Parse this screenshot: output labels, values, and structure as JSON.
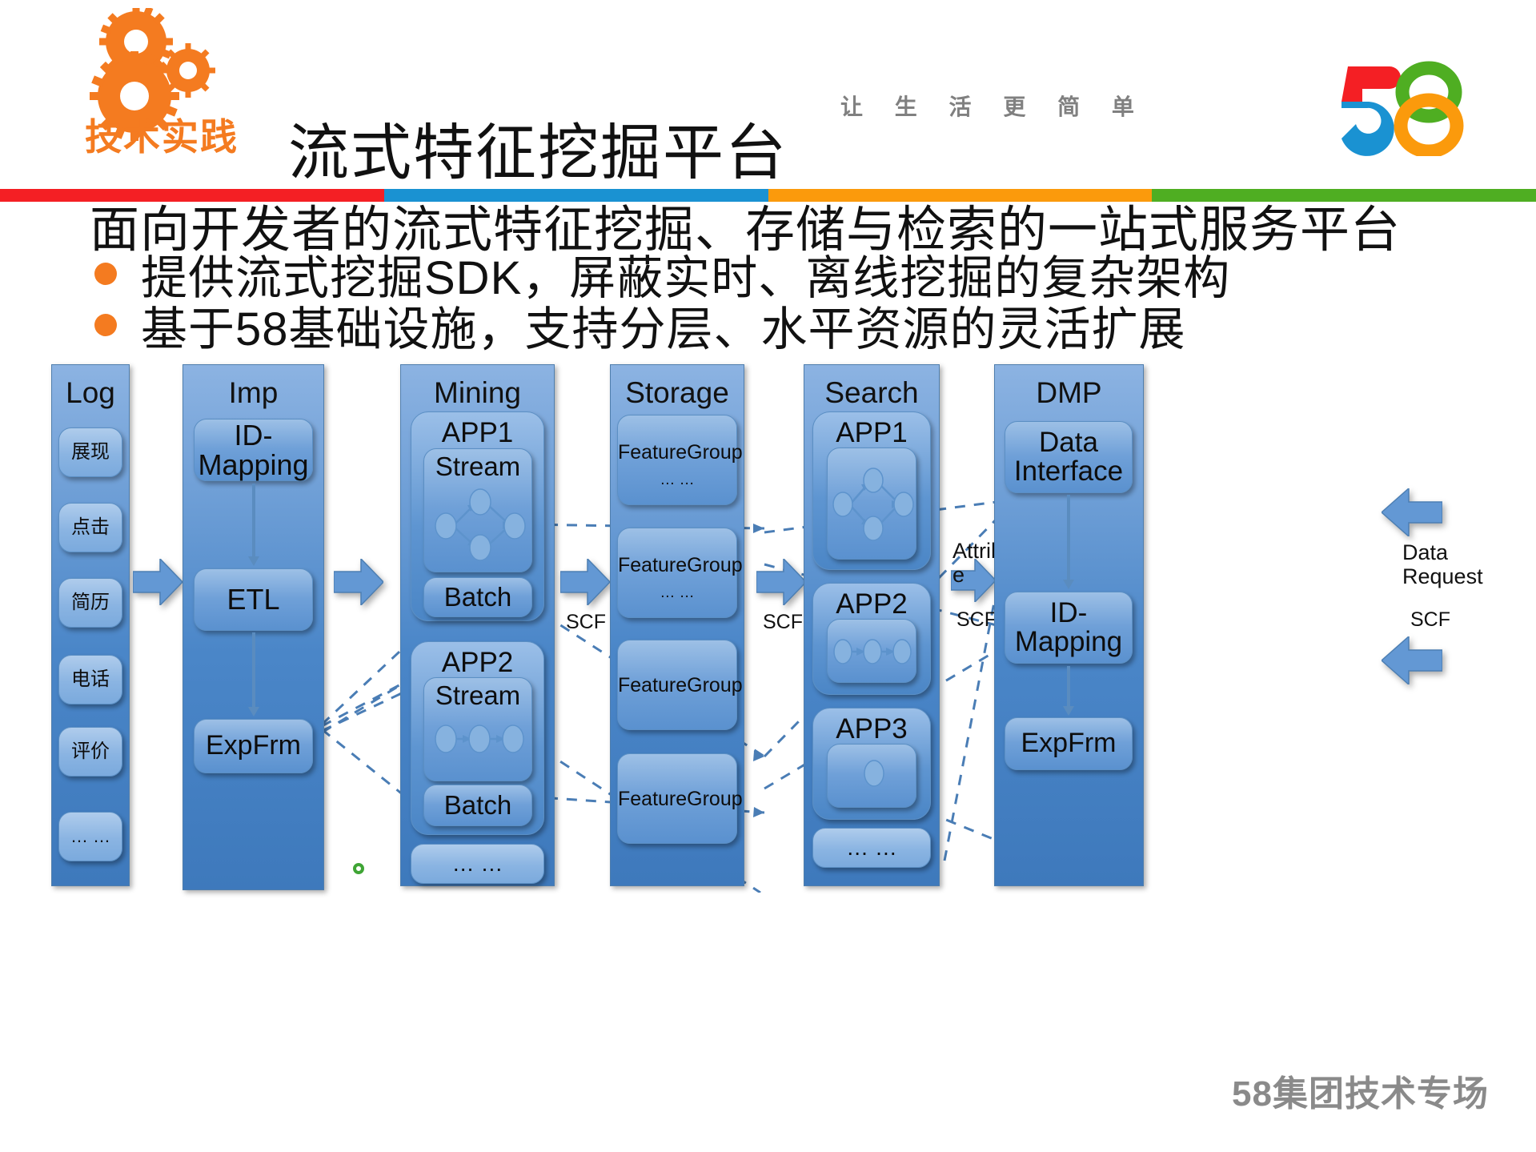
{
  "header": {
    "badge_label": "技术实践",
    "title": "流式特征挖掘平台",
    "tagline": "让 生 活 更 简 单",
    "logo_icon": "gears-icon",
    "brand_icon": "58-logo-icon",
    "divider_colors": [
      "#F41F24",
      "#1A92D2",
      "#FB9A0C",
      "#4FAE22"
    ]
  },
  "content": {
    "lead": "面向开发者的流式特征挖掘、存储与检索的一站式服务平台",
    "bullets": [
      "提供流式挖掘SDK，屏蔽实时、离线挖掘的复杂架构",
      "基于58基础设施，支持分层、水平资源的灵活扩展"
    ],
    "bullet_color": "#F47B20"
  },
  "diagram": {
    "columns": [
      {
        "title": "Log",
        "items": [
          "展现",
          "点击",
          "简历",
          "电话",
          "评价",
          "… …"
        ]
      },
      {
        "title": "Imp",
        "items": [
          "ID-Mapping",
          "ETL",
          "ExpFrm"
        ]
      },
      {
        "title": "Mining",
        "groups": [
          {
            "title": "APP1",
            "items": [
              "Stream",
              "Batch"
            ]
          },
          {
            "title": "APP2",
            "items": [
              "Stream",
              "Batch"
            ]
          }
        ],
        "more": "… …"
      },
      {
        "title": "Storage",
        "items": [
          {
            "title": "FeatureGroup",
            "sub": "… …"
          },
          {
            "title": "FeatureGroup",
            "sub": "… …"
          },
          {
            "title": "FeatureGroup",
            "sub": ""
          },
          {
            "title": "FeatureGroup",
            "sub": ""
          }
        ]
      },
      {
        "title": "Search",
        "groups": [
          "APP1",
          "APP2",
          "APP3"
        ],
        "more": "… …"
      },
      {
        "title": "DMP",
        "items": [
          "Data Interface",
          "ID-Mapping",
          "ExpFrm"
        ]
      }
    ],
    "flow_labels": [
      "SCF",
      "SCF",
      "SCF",
      "SCF"
    ],
    "attribute_label_line1": "Attribut",
    "attribute_label_line2": "e",
    "request_label_line1": "Data",
    "request_label_line2": "Request"
  },
  "footer": {
    "text": "58集团技术专场"
  }
}
